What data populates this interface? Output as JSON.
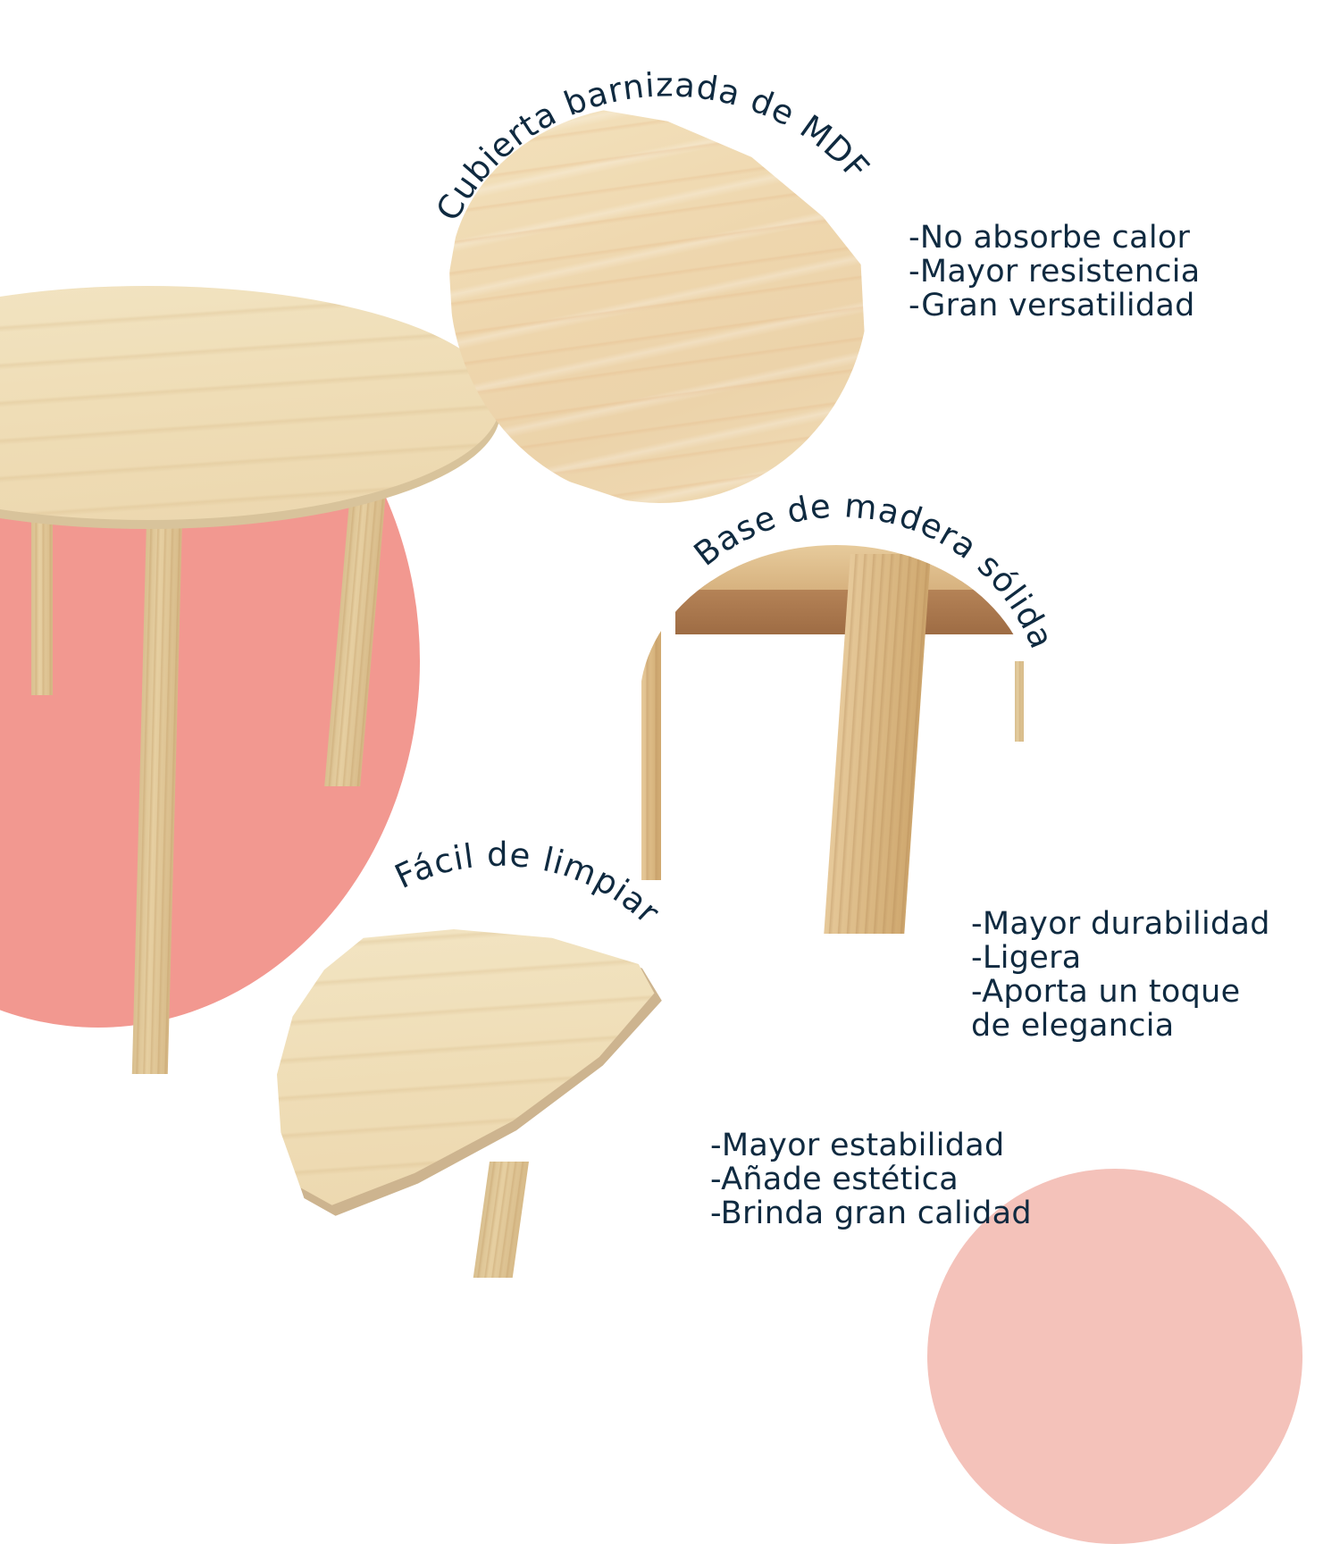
{
  "colors": {
    "text_navy": "#0f2a40",
    "coral_blob": "#f29890",
    "pink_circle": "#f4c2ba",
    "wood_light": "#efdcb4",
    "wood_leg": "#dcc08f",
    "background": "#ffffff"
  },
  "features": [
    {
      "id": "top",
      "title": "Cubierta barnizada de MDF",
      "bullets": [
        "-No absorbe calor",
        "-Mayor resistencia",
        "-Gran versatilidad"
      ]
    },
    {
      "id": "base",
      "title": "Base de madera sólida",
      "bullets": [
        "-Mayor durabilidad",
        "-Ligera",
        "-Aporta un toque",
        "de elegancia"
      ]
    },
    {
      "id": "clean",
      "title": "Fácil de limpiar",
      "bullets": [
        "-Mayor estabilidad",
        "-Añade estética",
        "-Brinda gran calidad"
      ]
    }
  ],
  "images": {
    "main_table": "round-wooden-table-photo",
    "top_detail": "mdf-tabletop-closeup",
    "base_detail": "solid-wood-leg-closeup",
    "clean_detail": "tabletop-edge-closeup"
  }
}
